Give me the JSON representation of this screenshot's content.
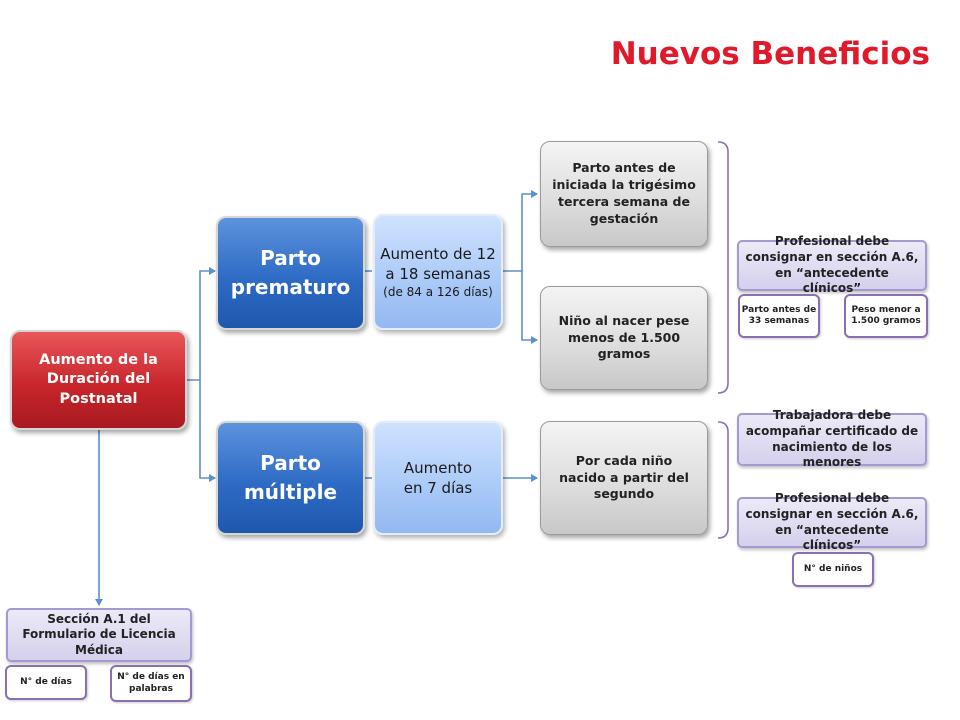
{
  "title": "Nuevos Beneficios",
  "root": "Aumento de la Duración del Postnatal",
  "branch_premature": {
    "label": "Parto prematuro",
    "increase_main": "Aumento de 12 a 18 semanas",
    "increase_sub": "(de 84 a 126 días)",
    "condition_1": "Parto antes de iniciada la trigésimo tercera semana de gestación",
    "condition_2": "Niño al nacer pese menos de 1.500 gramos",
    "requirement": "Profesional debe consignar en sección A.6, en “antecedente clínicos”",
    "tag_1": "Parto antes de 33 semanas",
    "tag_2": "Peso menor a 1.500 gramos"
  },
  "branch_multiple": {
    "label": "Parto múltiple",
    "increase": "Aumento en 7 días",
    "condition": "Por cada niño nacido a partir del segundo",
    "requirement_1": "Trabajadora debe acompañar certificado de nacimiento de los menores",
    "requirement_2": "Profesional debe consignar en sección A.6, en “antecedente clínicos”",
    "tag": "N° de niños"
  },
  "form_section": {
    "label": "Sección A.1 del Formulario de Licencia Médica",
    "tag_1": "N° de días",
    "tag_2": "N° de días en palabras"
  },
  "colors": {
    "title": "#e0192b",
    "root": "#c8262c",
    "branch": "#2e6bc5",
    "increase": "#a9c9f7",
    "condition": "#dcdcdc",
    "requirement": "#d5d0ec",
    "tag_border": "#8b6fb3",
    "connector": "#5b8fd0"
  }
}
